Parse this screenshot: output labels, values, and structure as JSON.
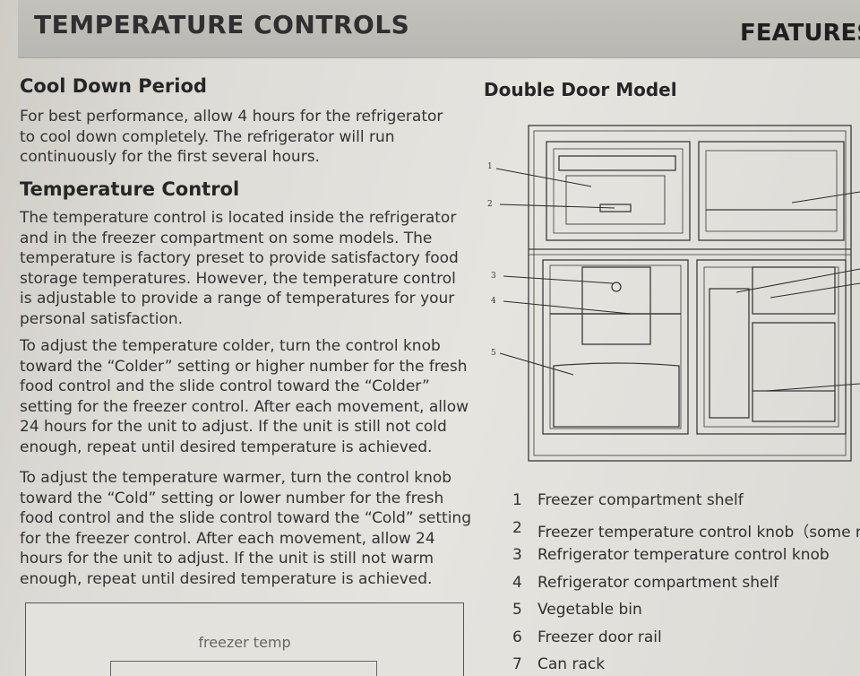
{
  "header": {
    "title": "TEMPERATURE CONTROLS",
    "right_title": "FEATURES"
  },
  "left": {
    "cool_down": {
      "heading": "Cool Down Period",
      "lines": [
        "For best performance, allow 4 hours for the refrigerator",
        "to cool down completely. The refrigerator will run",
        "continuously for the first several hours."
      ]
    },
    "temp_control": {
      "heading": "Temperature Control",
      "para1": [
        "The temperature control is located inside the refrigerator",
        "and in the freezer compartment on some models. The",
        "temperature is factory preset to provide satisfactory food",
        "storage temperatures. However, the temperature control",
        "is adjustable to provide a range of temperatures for your",
        "personal satisfaction."
      ],
      "para2": [
        "To adjust the temperature colder, turn the control knob",
        "toward the “Colder” setting or higher number for the fresh",
        "food control and the slide control toward the “Colder”",
        "setting for the freezer control. After each movement, allow",
        "24 hours for the unit to adjust. If the unit is still not cold",
        "enough, repeat until desired temperature is achieved."
      ],
      "para3": [
        "To adjust the temperature warmer, turn the control knob",
        "toward the “Cold” setting or lower number for the fresh",
        "food control and the slide control toward the “Cold” setting",
        "for the freezer control. After each movement, allow 24",
        "hours for the unit to adjust. If the unit is still not warm",
        "enough, repeat until desired temperature is achieved."
      ]
    },
    "box_label": "freezer temp"
  },
  "right": {
    "heading": "Double Door Model",
    "callouts": [
      "1",
      "2",
      "3",
      "4",
      "5"
    ],
    "legend": [
      {
        "num": "1",
        "label": "Freezer compartment shelf"
      },
      {
        "num": "2",
        "label": "Freezer temperature control knob（some mod"
      },
      {
        "num": "3",
        "label": "Refrigerator temperature control knob"
      },
      {
        "num": "4",
        "label": "Refrigerator compartment shelf"
      },
      {
        "num": "5",
        "label": "Vegetable bin"
      },
      {
        "num": "6",
        "label": "Freezer door rail"
      },
      {
        "num": "7",
        "label": "Can rack"
      }
    ]
  }
}
